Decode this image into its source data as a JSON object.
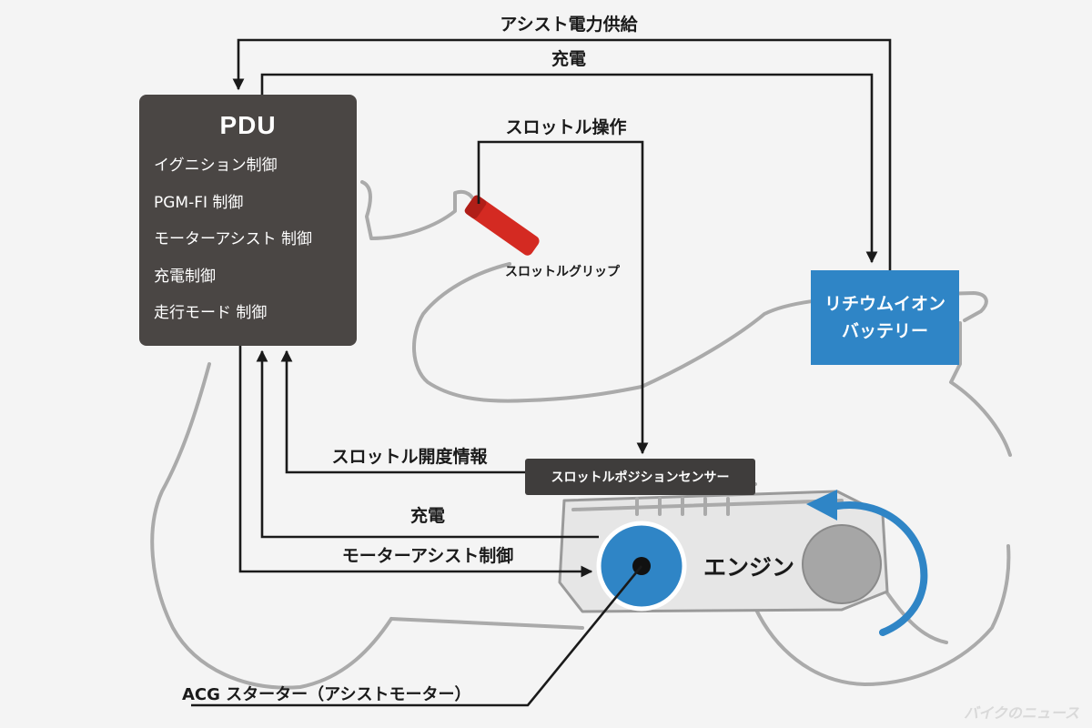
{
  "pdu": {
    "title": "PDU",
    "functions": [
      "イグニション制御",
      "PGM-FI 制御",
      "モーターアシスト 制御",
      "充電制御",
      "走行モード 制御"
    ]
  },
  "battery": {
    "line1": "リチウムイオン",
    "line2": "バッテリー"
  },
  "sensor": {
    "label": "スロットルポジションセンサー"
  },
  "grip": {
    "label": "スロットルグリップ"
  },
  "engine": {
    "label": "エンジン"
  },
  "acg": {
    "label": "ACG スターター（アシストモーター）"
  },
  "flows": {
    "assist_power": "アシスト電力供給",
    "charge_top": "充電",
    "throttle_operation": "スロットル操作",
    "throttle_info": "スロットル開度情報",
    "charge_bottom": "充電",
    "motor_assist": "モーターアシスト制御"
  },
  "credit": "バイクのニュース",
  "colors": {
    "pdu": "#4a4644",
    "battery": "#2f85c6",
    "sensor": "#3f3d3c",
    "acg": "#2f85c6",
    "grip": "#d42a22",
    "outline": "#aaaaaa",
    "line": "#1a1a1a"
  }
}
